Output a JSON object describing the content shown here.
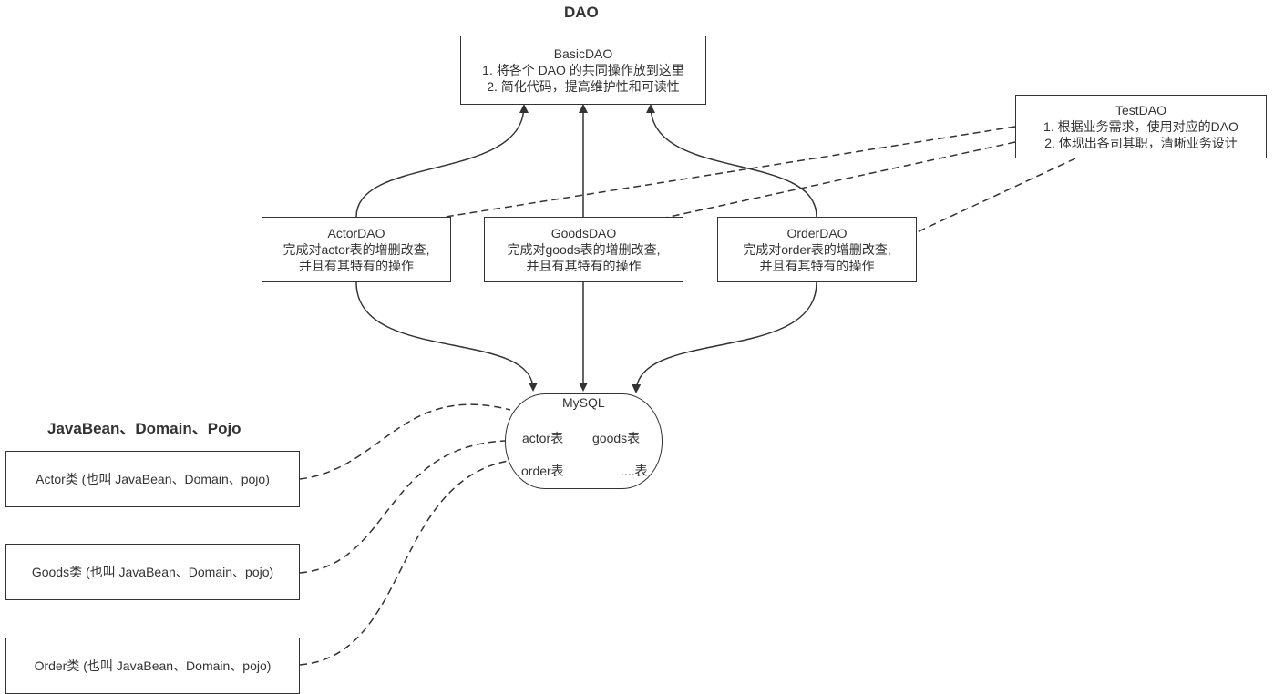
{
  "headings": {
    "dao": "DAO",
    "javabean": "JavaBean、Domain、Pojo"
  },
  "basic_dao": {
    "title": "BasicDAO",
    "lines": [
      "1. 将各个 DAO 的共同操作放到这里",
      "2. 简化代码，提高维护性和可读性"
    ]
  },
  "test_dao": {
    "title": "TestDAO",
    "lines": [
      "1. 根据业务需求，使用对应的DAO",
      "2. 体现出各司其职，清晰业务设计"
    ]
  },
  "dao_boxes": [
    {
      "title": "ActorDAO",
      "lines": [
        "完成对actor表的增删改查,",
        "并且有其特有的操作"
      ]
    },
    {
      "title": "GoodsDAO",
      "lines": [
        "完成对goods表的增删改查,",
        "并且有其特有的操作"
      ]
    },
    {
      "title": "OrderDAO",
      "lines": [
        "完成对order表的增删改查,",
        "并且有其特有的操作"
      ]
    }
  ],
  "mysql": {
    "title": "MySQL",
    "tables": [
      "actor表",
      "goods表",
      "order表",
      "....表"
    ]
  },
  "bean_boxes": [
    {
      "label": "Actor类 (也叫 JavaBean、Domain、pojo)"
    },
    {
      "label": "Goods类 (也叫 JavaBean、Domain、pojo)"
    },
    {
      "label": "Order类 (也叫 JavaBean、Domain、pojo)"
    }
  ],
  "colors": {
    "stroke": "#333333",
    "background": "#ffffff"
  }
}
